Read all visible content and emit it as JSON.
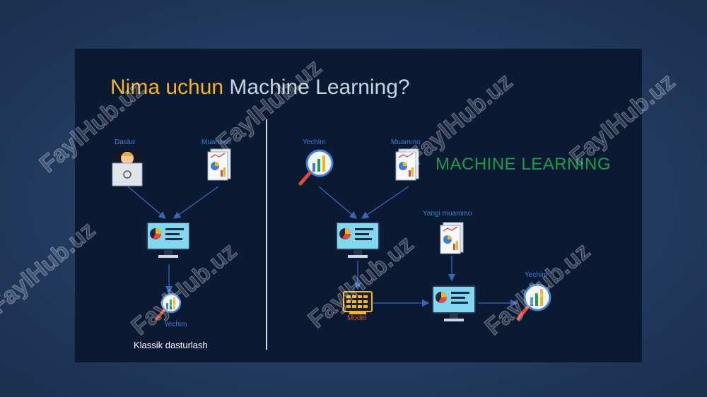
{
  "title": {
    "part1": "Nima uchun",
    "part2": "Machine Learning?"
  },
  "left": {
    "label_dastur": "Dastur",
    "label_muammo": "Muammo",
    "label_yechim": "Yechim",
    "caption": "Klassik dasturlash"
  },
  "right": {
    "label_yechim": "Yechim",
    "label_muammo": "Muammo",
    "label_yangi_muammo": "Yangi muammo",
    "label_model": "Model",
    "label_yechim_out": "Yechim",
    "heading": "MACHINE LEARNING"
  },
  "watermark": "FaylHub.uz",
  "colors": {
    "title_accent": "#f5b324",
    "ml_green": "#1e9c48",
    "label_blue": "#3d7fd6",
    "model_red": "#e24a3b"
  }
}
